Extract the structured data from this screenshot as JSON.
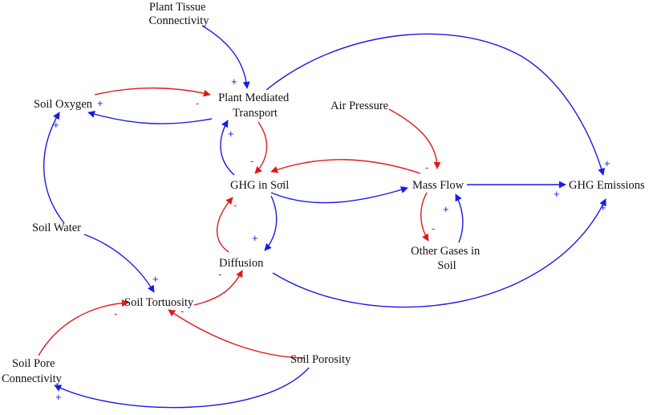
{
  "colors": {
    "positive": "#1a1ae6",
    "negative": "#e01a1a",
    "text": "#111111"
  },
  "nodes": {
    "plant_tissue": [
      "Plant Tissue",
      "Connectivity"
    ],
    "plant_mediated": [
      "Plant Mediated",
      "Transport"
    ],
    "soil_oxygen": [
      "Soil Oxygen"
    ],
    "air_pressure": [
      "Air Pressure"
    ],
    "ghg_soil": [
      "GHG in Soil"
    ],
    "mass_flow": [
      "Mass Flow"
    ],
    "ghg_emissions": [
      "GHG Emissions"
    ],
    "soil_water": [
      "Soil Water"
    ],
    "diffusion": [
      "Diffusion"
    ],
    "other_gases": [
      "Other Gases in",
      "Soil"
    ],
    "soil_tortuosity": [
      "Soil Tortuosity"
    ],
    "soil_pore": [
      "Soil Pore",
      "Connectivity"
    ],
    "soil_porosity": [
      "Soil Porosity"
    ]
  },
  "links": [
    {
      "id": "tissue-to-pmt",
      "polarity": "+",
      "sign": "+"
    },
    {
      "id": "oxygen-to-pmt",
      "polarity": "-",
      "sign": "-"
    },
    {
      "id": "pmt-to-oxygen",
      "polarity": "+",
      "sign": "+"
    },
    {
      "id": "pmt-to-emissions",
      "polarity": "+",
      "sign": "+"
    },
    {
      "id": "pmt-to-ghg",
      "polarity": "-",
      "sign": "-"
    },
    {
      "id": "ghg-to-pmt",
      "polarity": "+",
      "sign": "+"
    },
    {
      "id": "water-to-oxygen",
      "polarity": "+",
      "sign": "+"
    },
    {
      "id": "air-to-massflow",
      "polarity": "-",
      "sign": "-"
    },
    {
      "id": "massflow-to-ghg",
      "polarity": "-",
      "sign": "-"
    },
    {
      "id": "ghg-to-massflow",
      "polarity": "+",
      "sign": "+"
    },
    {
      "id": "massflow-to-emissions",
      "polarity": "+",
      "sign": "+"
    },
    {
      "id": "massflow-to-othergases",
      "polarity": "-",
      "sign": "-"
    },
    {
      "id": "othergases-to-massflow",
      "polarity": "+",
      "sign": "+"
    },
    {
      "id": "ghg-to-diffusion",
      "polarity": "+",
      "sign": "+"
    },
    {
      "id": "diffusion-to-ghg",
      "polarity": "-",
      "sign": "-"
    },
    {
      "id": "diffusion-to-emissions",
      "polarity": "+",
      "sign": "+"
    },
    {
      "id": "water-to-tortuosity",
      "polarity": "+",
      "sign": "+"
    },
    {
      "id": "tortuosity-to-diffusion",
      "polarity": "-",
      "sign": "-"
    },
    {
      "id": "pore-to-tortuosity",
      "polarity": "-",
      "sign": "-"
    },
    {
      "id": "porosity-to-tortuosity",
      "polarity": "-",
      "sign": "-"
    },
    {
      "id": "porosity-to-pore",
      "polarity": "+",
      "sign": "+"
    }
  ]
}
